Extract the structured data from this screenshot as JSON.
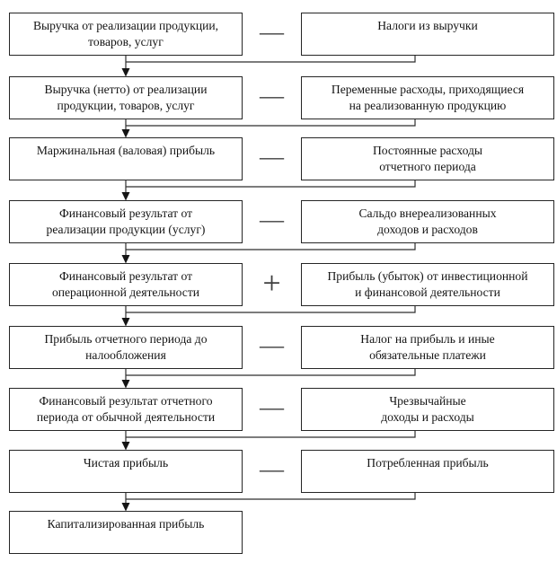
{
  "diagram": {
    "description": "Схема формирования прибыли (flowchart of profit formation)",
    "colors": {
      "background": "#ffffff",
      "box_border": "#262626",
      "text": "#141414",
      "operator": "#3e3e3e",
      "connector_line": "#2e2e2e",
      "arrowhead": "#151515"
    },
    "rows": [
      {
        "left": [
          "Выручка от реализации продукции,",
          "товаров, услуг"
        ],
        "op": "—",
        "right": [
          "Налоги из выручки"
        ]
      },
      {
        "left": [
          "Выручка (нетто) от реализации",
          "продукции, товаров, услуг"
        ],
        "op": "—",
        "right": [
          "Переменные расходы, приходящиеся",
          "на реализованную продукцию"
        ]
      },
      {
        "left": [
          "Маржинальная (валовая) прибыль"
        ],
        "op": "—",
        "right": [
          "Постоянные расходы",
          "отчетного периода"
        ]
      },
      {
        "left": [
          "Финансовый результат от",
          "реализации продукции (услуг)"
        ],
        "op": "—",
        "right": [
          "Сальдо внереализованных",
          "доходов и расходов"
        ]
      },
      {
        "left": [
          "Финансовый результат от",
          "операционной деятельности"
        ],
        "op": "+",
        "right": [
          "Прибыль (убыток) от инвестиционной",
          "и финансовой деятельности"
        ]
      },
      {
        "left": [
          "Прибыль отчетного периода до",
          "налообложения"
        ],
        "op": "—",
        "right": [
          "Налог на прибыль и иные",
          "обязательные платежи"
        ]
      },
      {
        "left": [
          "Финансовый результат отчетного",
          "периода от обычной деятельности"
        ],
        "op": "—",
        "right": [
          "Чрезвычайные",
          "доходы и расходы"
        ]
      },
      {
        "left": [
          "Чистая прибыль"
        ],
        "op": "—",
        "right": [
          "Потребленная прибыль"
        ]
      },
      {
        "left": [
          "Капитализированная прибыль"
        ]
      }
    ]
  }
}
